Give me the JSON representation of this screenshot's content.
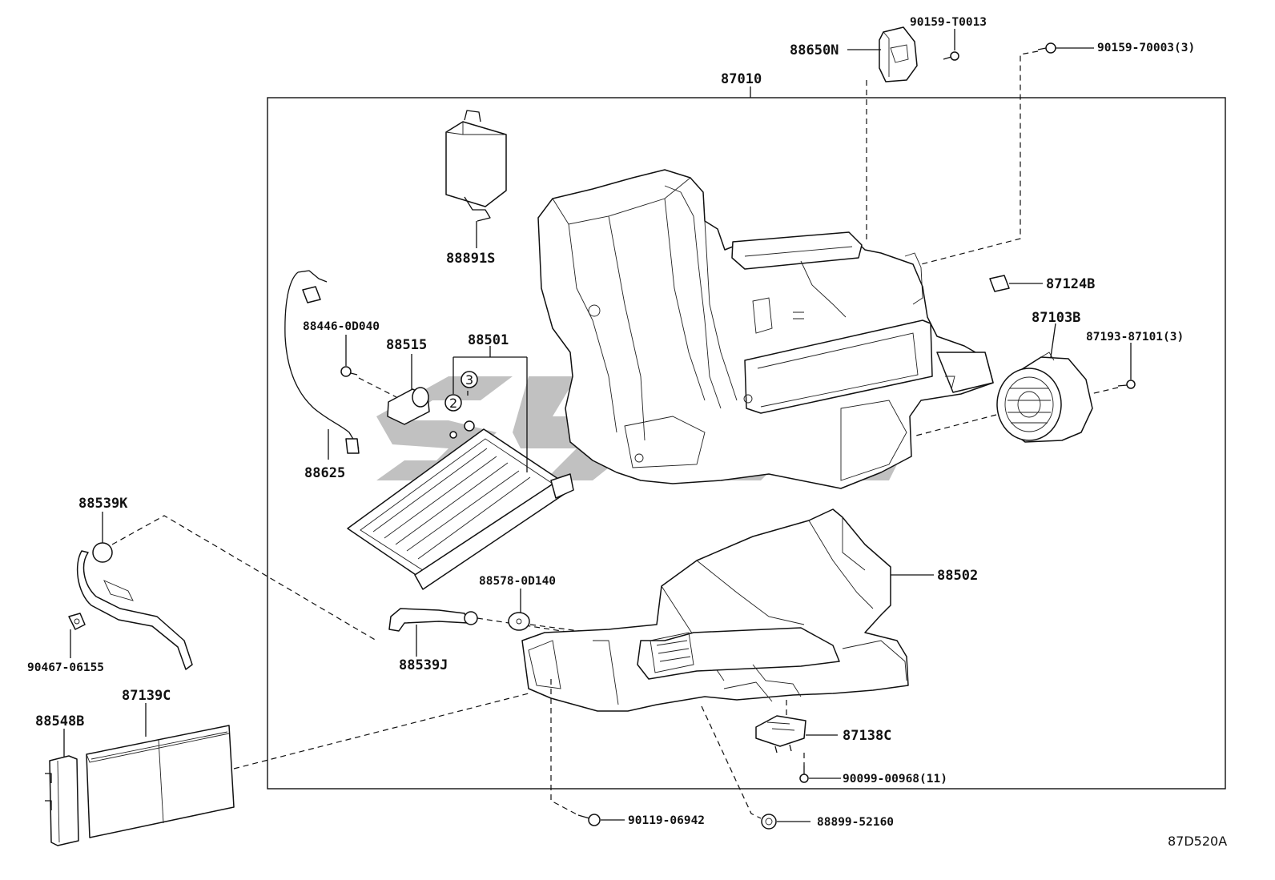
{
  "diagram_code": "87D520A",
  "parts": {
    "p87010": "87010",
    "p88650N": "88650N",
    "p90159_T0013": "90159-T0013",
    "p90159_70003": "90159-70003(3)",
    "p88891S": "88891S",
    "p87124B": "87124B",
    "p87103B": "87103B",
    "p87193_87101": "87193-87101(3)",
    "p88446_0D040": "88446-0D040",
    "p88515": "88515",
    "p88501": "88501",
    "p88625": "88625",
    "p88539K": "88539K",
    "p90467_06155": "90467-06155",
    "p88578_0D140": "88578-0D140",
    "p88502": "88502",
    "p88539J": "88539J",
    "p87139C": "87139C",
    "p88548B": "88548B",
    "p87138C": "87138C",
    "p90099_00968": "90099-00968(11)",
    "p90119_06942": "90119-06942",
    "p88899_52160": "88899-52160"
  },
  "callouts": {
    "c2": "2",
    "c3": "3"
  }
}
